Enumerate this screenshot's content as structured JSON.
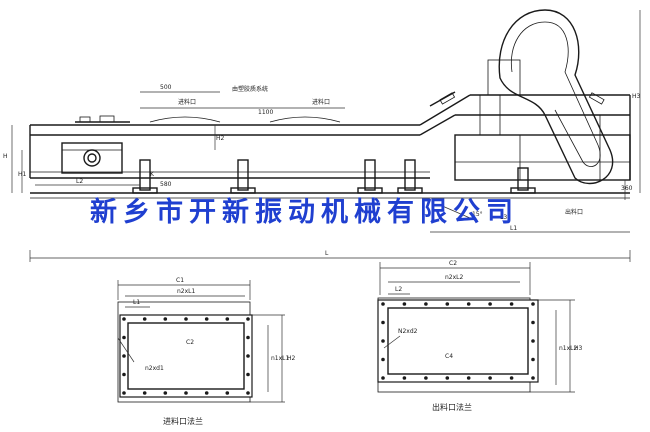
{
  "watermark": "新乡市开新振动机械有限公司",
  "side_view": {
    "labels": {
      "inlet_left": "进料口",
      "inlet_right": "进料口",
      "dust_port": "由塑胶质系统",
      "outlet": "出料口",
      "dim_500": "500",
      "dim_l": "L",
      "dim_l1": "L1",
      "dim_l2": "L2",
      "dim_l3": "L3",
      "dim_h": "H",
      "dim_h1": "H1",
      "dim_h2": "H2",
      "dim_h3": "H3",
      "dim_360": "360",
      "dim_580": "580",
      "dim_1100": "1100",
      "dim_k": "K",
      "dim_angle": "15°"
    }
  },
  "inlet_flange": {
    "caption": "进料口法兰",
    "labels": {
      "width_total": "C1",
      "bolt_pitch": "n2xL1",
      "pitch_unit": "L1",
      "inner": "C2",
      "holes": "n2xd1",
      "height_total": "H2",
      "height_inner": "n1xL1"
    }
  },
  "outlet_flange": {
    "caption": "出料口法兰",
    "labels": {
      "width_total": "C2",
      "bolt_pitch": "n2xL2",
      "pitch_unit": "L2",
      "inner": "C4",
      "holes": "N2xd2",
      "height_total": "H3",
      "height_inner": "n1xL2"
    }
  }
}
